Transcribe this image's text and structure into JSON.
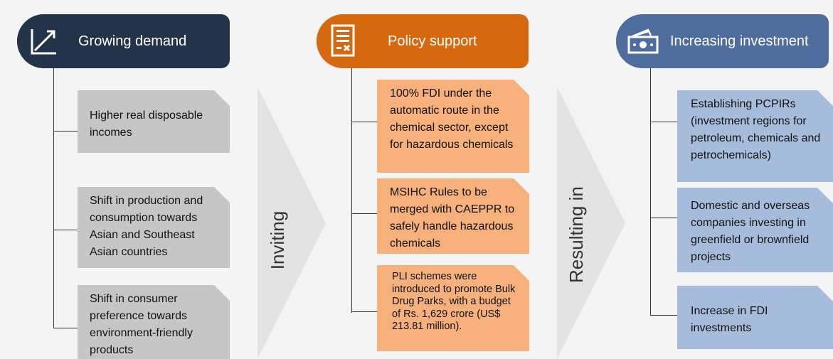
{
  "columns": [
    {
      "title": "Growing demand",
      "icon": "trend-up-chart-icon",
      "color": "#233448",
      "items": [
        "Higher real disposable incomes",
        "Shift in production and consumption towards Asian and Southeast Asian countries",
        "Shift in consumer preference towards environment-friendly products"
      ]
    },
    {
      "title": "Policy support",
      "icon": "policy-document-icon",
      "color": "#d6680f",
      "items": [
        "100% FDI under the automatic route in the chemical sector, except for hazardous chemicals",
        "MSIHC Rules to be merged with CAEPPR to safely handle hazardous chemicals",
        "PLI schemes were introduced to promote Bulk Drug Parks, with a budget of Rs. 1,629 crore (US$ 213.81 million)."
      ]
    },
    {
      "title": "Increasing investment",
      "icon": "money-cash-icon",
      "color": "#4f6d9c",
      "items": [
        "Establishing PCPIRs (investment regions for petroleum, chemicals and petrochemicals)",
        "Domestic and overseas companies investing in greenfield or brownfield projects",
        "Increase in FDI investments"
      ]
    }
  ],
  "connectors": [
    "Inviting",
    "Resulting in"
  ]
}
